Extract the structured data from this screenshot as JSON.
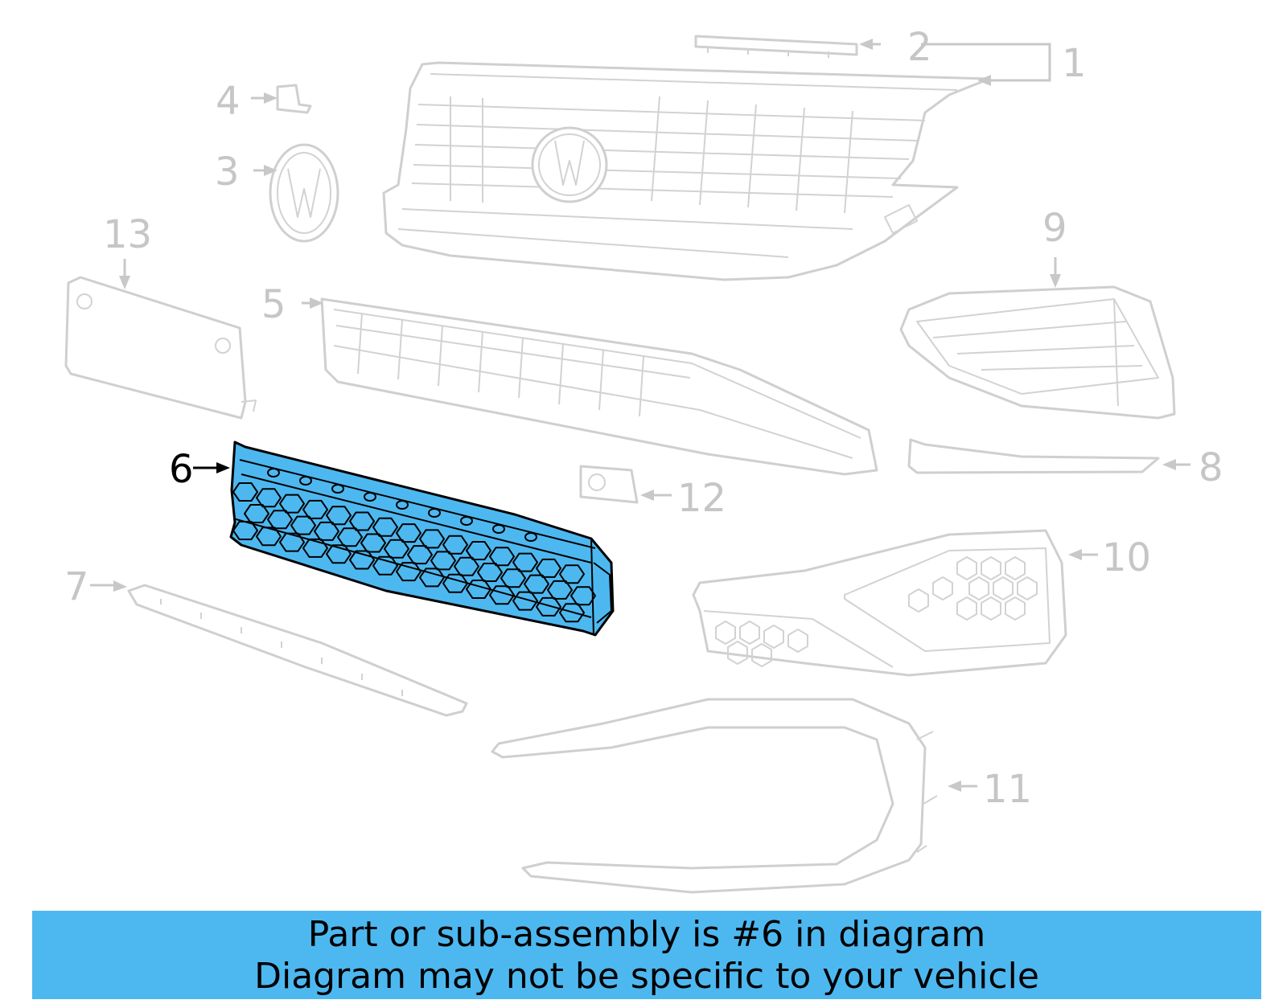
{
  "callouts": {
    "c1": "1",
    "c2": "2",
    "c3": "3",
    "c4": "4",
    "c5": "5",
    "c6": "6",
    "c7": "7",
    "c8": "8",
    "c9": "9",
    "c10": "10",
    "c11": "11",
    "c12": "12",
    "c13": "13"
  },
  "highlighted_part": "6",
  "colors": {
    "highlight": "#4db8f0",
    "outline_gray": "#cfcfcf"
  },
  "banner": {
    "line1": "Part or sub-assembly is #6 in diagram",
    "line2": "Diagram may not be specific to your vehicle"
  }
}
